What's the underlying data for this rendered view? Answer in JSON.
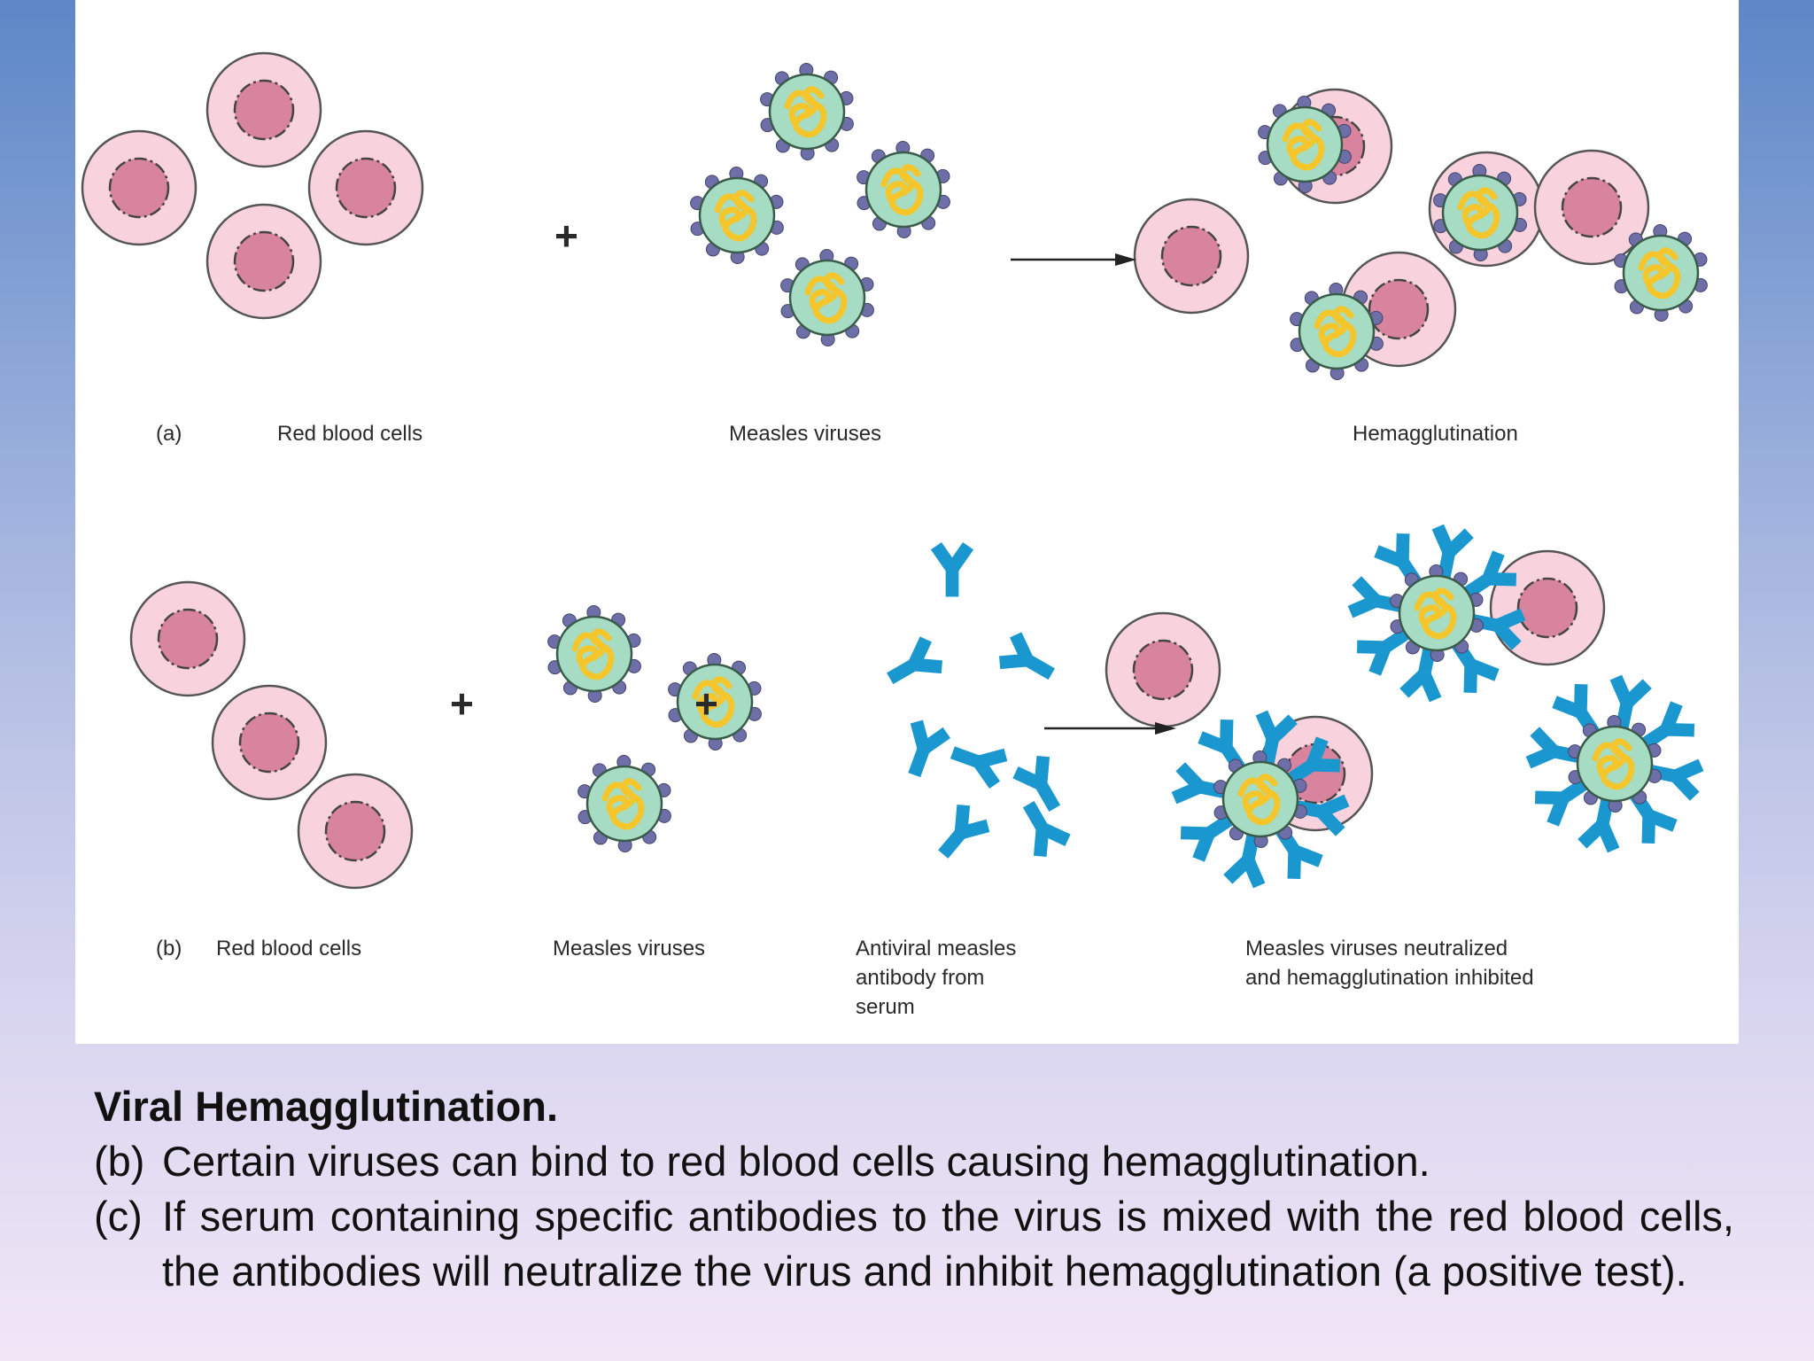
{
  "diagram": {
    "panel_a": {
      "tag": "(a)",
      "rbc_label": "Red blood cells",
      "virus_label": "Measles viruses",
      "result_label": "Hemagglutination",
      "plus": "+"
    },
    "panel_b": {
      "tag": "(b)",
      "rbc_label": "Red blood cells",
      "virus_label": "Measles viruses",
      "antibody_label_lines": [
        "Antiviral  measles",
        "antibody from",
        "serum"
      ],
      "result_label_lines": [
        "Measles viruses neutralized",
        "and hemagglutination inhibited"
      ],
      "plus": "+"
    },
    "colors": {
      "rbc_outer": "#f8d3dd",
      "rbc_inner": "#d9849f",
      "virus_body": "#a6dcc4",
      "virus_core": "#f4c62c",
      "virus_spike": "#6e6fa8",
      "antibody": "#1b97cf"
    }
  },
  "caption": {
    "title": "Viral Hemagglutination.",
    "items": [
      {
        "tag": "(b)",
        "text": "Certain viruses can bind to red blood cells causing hemagglutination."
      },
      {
        "tag": "(c)",
        "text": "If serum containing specific antibodies to the virus is mixed with the red blood cells, the antibodies will neutralize the virus and inhibit hemagglutination (a positive test)."
      }
    ]
  }
}
